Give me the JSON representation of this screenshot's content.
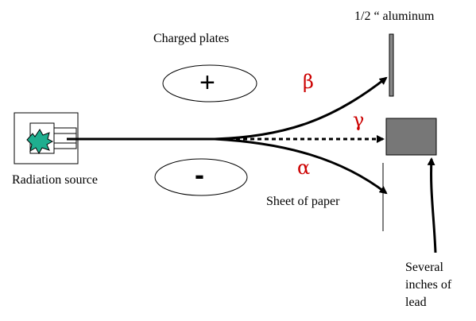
{
  "labels": {
    "charged_plates": "Charged plates",
    "aluminum": "1/2 “ aluminum",
    "radiation_source": "Radiation source",
    "sheet_of_paper": "Sheet of paper",
    "lead_line1": "Several",
    "lead_line2": "inches of",
    "lead_line3": "lead"
  },
  "plates": {
    "positive": "+",
    "negative": "-"
  },
  "particles": {
    "beta": "β",
    "gamma": "γ",
    "alpha": "α"
  },
  "colors": {
    "particle_label": "#cc0000",
    "source_blob": "#1fae8f",
    "lead_block": "#777777",
    "aluminum_plate": "#888888",
    "line": "#000000"
  }
}
